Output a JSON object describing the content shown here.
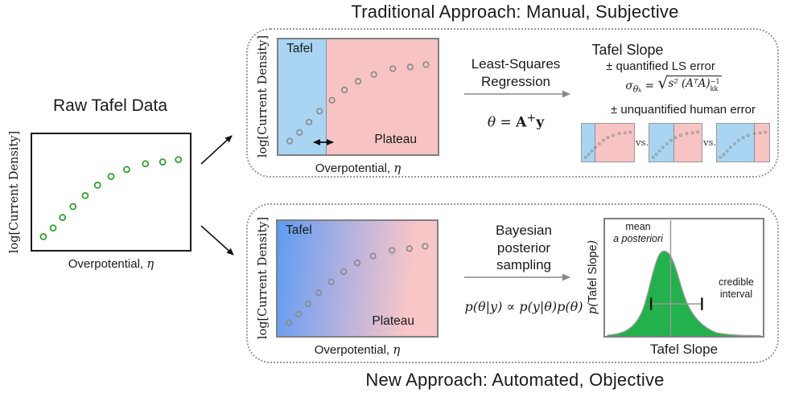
{
  "titles": {
    "top": "Traditional Approach: Manual, Subjective",
    "bottom": "New Approach: Automated, Objective"
  },
  "colors": {
    "accent_green": "#2ca02c",
    "point_gray": "#8a8a8a",
    "tafel_blue": "#a9d5f3",
    "plateau_pink": "#f7c3c3",
    "gradient_blue": "#5e9cf3",
    "gradient_mid": "#bab3de",
    "gradient_pink": "#f8c6c7",
    "dist_green": "#22b14c",
    "border_gray": "#808080"
  },
  "scatter_points": [
    [
      0.068,
      0.885
    ],
    [
      0.13,
      0.81
    ],
    [
      0.19,
      0.72
    ],
    [
      0.257,
      0.625
    ],
    [
      0.335,
      0.53
    ],
    [
      0.414,
      0.44
    ],
    [
      0.5,
      0.365
    ],
    [
      0.6,
      0.305
    ],
    [
      0.72,
      0.255
    ],
    [
      0.83,
      0.24
    ],
    [
      0.93,
      0.22
    ]
  ],
  "raw": {
    "title": "Raw Tafel Data",
    "xlabel": "Overpotential,",
    "xlabel_eta": "η",
    "ylabel": "log[Current Density]"
  },
  "traditional": {
    "plot": {
      "region1": "Tafel",
      "region2": "Plateau",
      "xlabel": "Overpotential,",
      "xlabel_eta": "η",
      "ylabel": "log[Current Density]"
    },
    "method": {
      "line1": "Least-Squares",
      "line2": "Regression",
      "formula": {
        "theta": "θ",
        "eq": " = ",
        "A": "A",
        "plus": "+",
        "y": "y"
      }
    },
    "result": {
      "heading": "Tafel Slope",
      "ls_error": "± quantified LS error",
      "sigma": {
        "symbol": "σ",
        "symbol_sub": "θₖ",
        "eq": " = ",
        "body": "s² (AᵀA)",
        "sup": "−1",
        "sub": "kk"
      },
      "human_error": "± unquantified human error",
      "vs": "vs.",
      "thumb_blue_fractions": [
        0.25,
        0.46,
        0.7
      ]
    }
  },
  "bayesian": {
    "plot": {
      "region1": "Tafel",
      "region2": "Plateau",
      "xlabel": "Overpotential,",
      "xlabel_eta": "η",
      "ylabel": "log[Current Density]"
    },
    "method": {
      "line1": "Bayesian",
      "line2": "posterior",
      "line3": "sampling",
      "formula": "p(θ|y) ∝ p(y|θ)p(θ)"
    },
    "posterior": {
      "mean_line1": "mean",
      "mean_line2": "a posteriori",
      "credible_line1": "credible",
      "credible_line2": "interval",
      "xlabel": "Tafel Slope",
      "ylabel_prefix": "p(",
      "ylabel_main": "Tafel Slope",
      "ylabel_suffix": ")"
    }
  }
}
